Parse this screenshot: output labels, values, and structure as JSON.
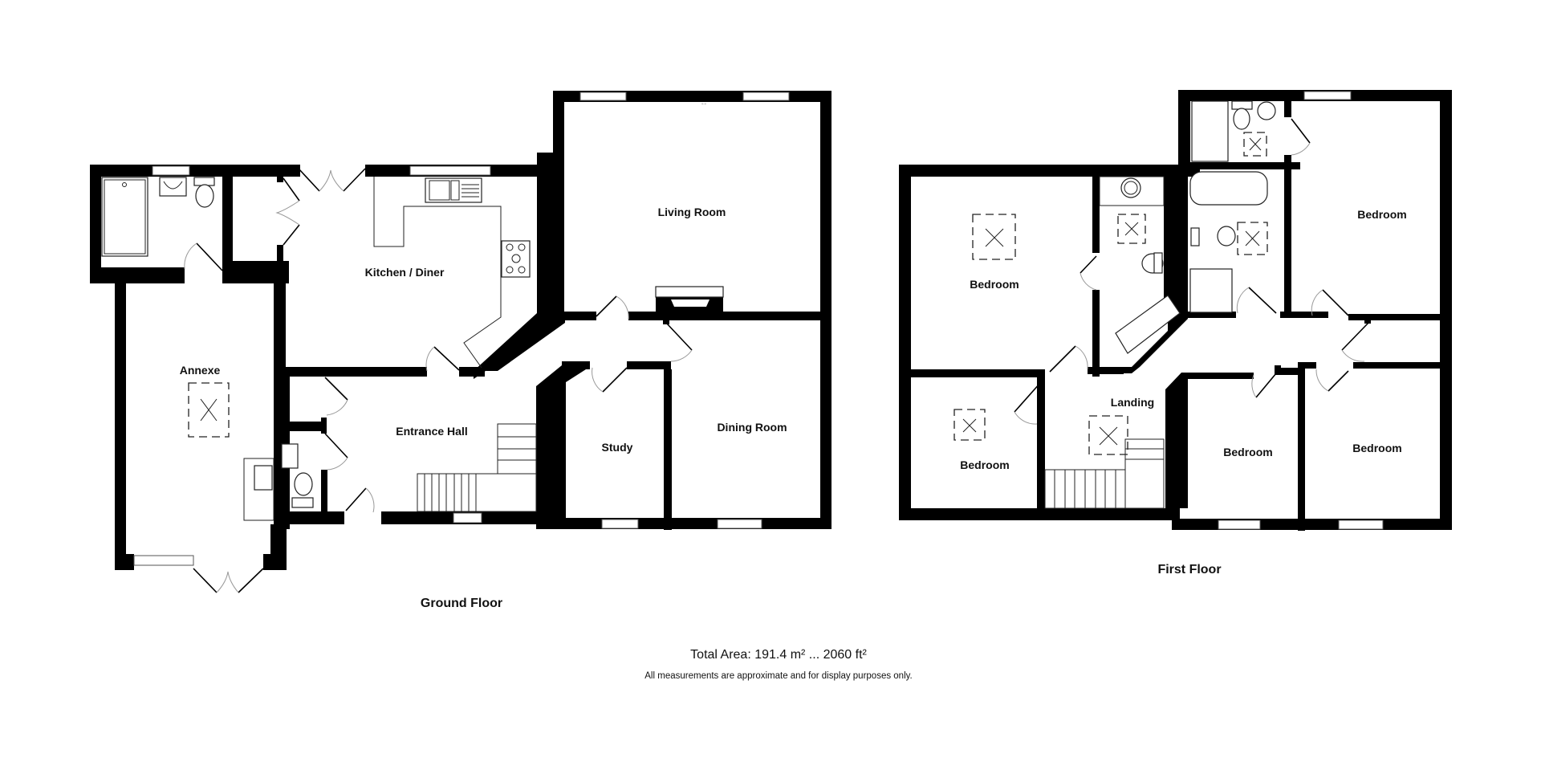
{
  "ground_floor": {
    "title": "Ground Floor",
    "rooms": {
      "annexe": "Annexe",
      "kitchen": "Kitchen / Diner",
      "living": "Living Room",
      "entrance": "Entrance Hall",
      "study": "Study",
      "dining": "Dining Room"
    }
  },
  "first_floor": {
    "title": "First Floor",
    "rooms": {
      "bedroom_nw": "Bedroom",
      "bedroom_ne": "Bedroom",
      "bedroom_sw": "Bedroom",
      "landing": "Landing",
      "bedroom_s": "Bedroom",
      "bedroom_se": "Bedroom"
    }
  },
  "footer": {
    "total_area": "Total Area: 191.4 m² ... 2060 ft²",
    "disclaimer": "All measurements are approximate and for display purposes only."
  },
  "colors": {
    "wall": "#000000",
    "background": "#ffffff",
    "fixture_stroke": "#222222",
    "door_arc": "#999999"
  }
}
